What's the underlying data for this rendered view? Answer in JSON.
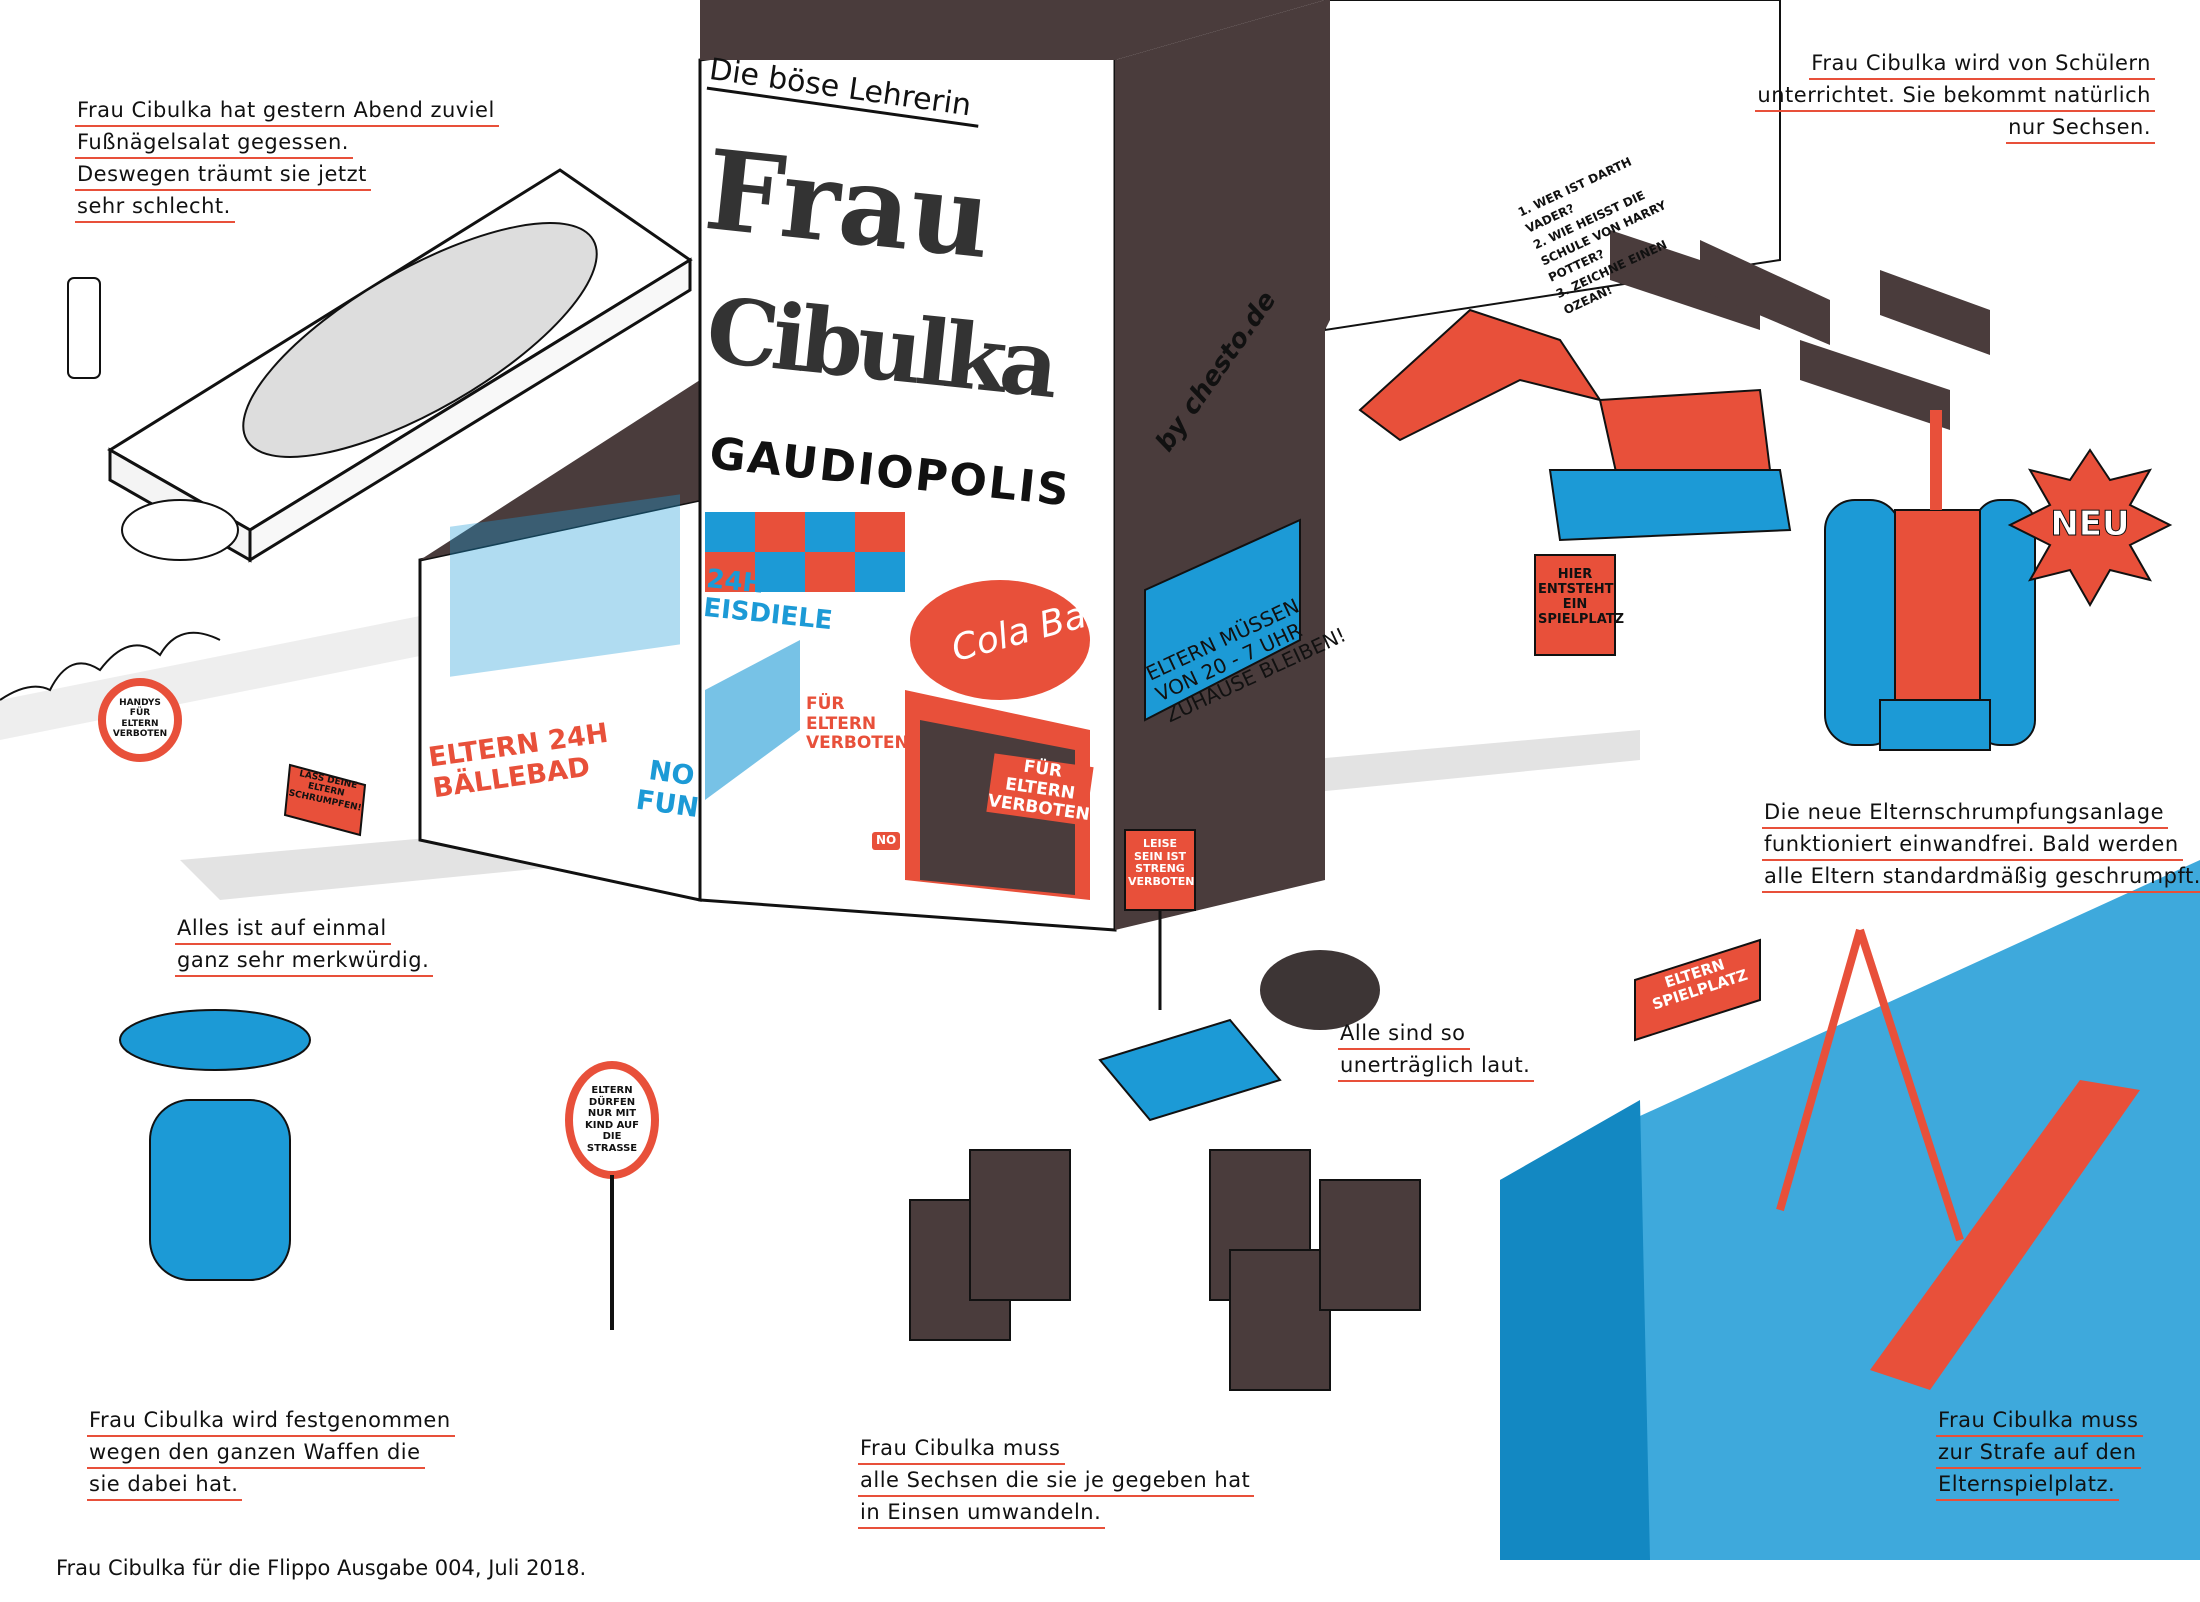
{
  "captions": {
    "dream": [
      "Frau Cibulka hat gestern Abend zuviel",
      "Fußnägelsalat gegessen.",
      "Deswegen träumt sie jetzt",
      "sehr schlecht."
    ],
    "students": [
      "Frau Cibulka wird von Schülern",
      "unterrichtet.  Sie bekommt natürlich",
      "nur Sechsen."
    ],
    "machine": [
      "Die neue Elternschrumpfungsanlage",
      "funktioniert einwandfrei. Bald werden",
      "alle Eltern standardmäßig geschrumpft."
    ],
    "strange": [
      "Alles ist auf einmal",
      "ganz sehr merkwürdig."
    ],
    "loud": [
      "Alle sind so",
      "unerträglich laut."
    ],
    "arrested": [
      "Frau Cibulka wird festgenommen",
      "wegen den ganzen Waffen die",
      "sie dabei hat."
    ],
    "sixes": [
      "Frau Cibulka muss",
      "alle Sechsen die sie je gegeben hat",
      "in Einsen umwandeln."
    ],
    "playground": [
      "Frau Cibulka muss",
      "zur Strafe auf den",
      "Elternspielplatz."
    ],
    "credit": "Frau Cibulka für die Flippo Ausgabe 004, Juli 2018."
  },
  "tower": {
    "subtitle": "Die böse Lehrerin",
    "title_1": "Frau",
    "title_2": "Cibulka",
    "brand": "GAUDIOPOLIS",
    "byline": "by chesto.de"
  },
  "shops": {
    "eisdiele": "24H EISDIELE",
    "cola": "Cola Bar",
    "checker_sign": "FÜR ELTERN VERBOTEN",
    "door_sign": "FÜR ELTERN VERBOTEN!",
    "ballebad": [
      "ELTERN 24H",
      "BÄLLEBAD"
    ],
    "nofun": [
      "NO",
      "FUN"
    ]
  },
  "signs": {
    "curfew": [
      "ELTERN MÜSSEN",
      "VON 20 - 7 UHR",
      "ZUHAUSE BLEIBEN!"
    ],
    "construction": "HIER ENTSTEHT EIN SPIELPLATZ",
    "phones": "HANDYS FÜR ELTERN VERBOTEN",
    "shrink": "LASS DEINE ELTERN SCHRUMPFEN!",
    "quiet": "LEISE SEIN IST STRENG VERBOTEN",
    "street": "ELTERN DÜRFEN NUR MIT KIND AUF DIE STRAßE",
    "playground": "ELTERN SPIELPLATZ",
    "new": "NEU",
    "badge": "NO"
  },
  "whiteboard": [
    "1. WER IST DARTH VADER?",
    "2. WIE HEISST DIE SCHULE VON HARRY POTTER?",
    "3. ZEICHNE EINEN OZEAN!"
  ],
  "colors": {
    "red": "#e8503a",
    "blue": "#1c9ad6",
    "brown": "#4a3c3c",
    "gray": "#d6d6d6"
  }
}
